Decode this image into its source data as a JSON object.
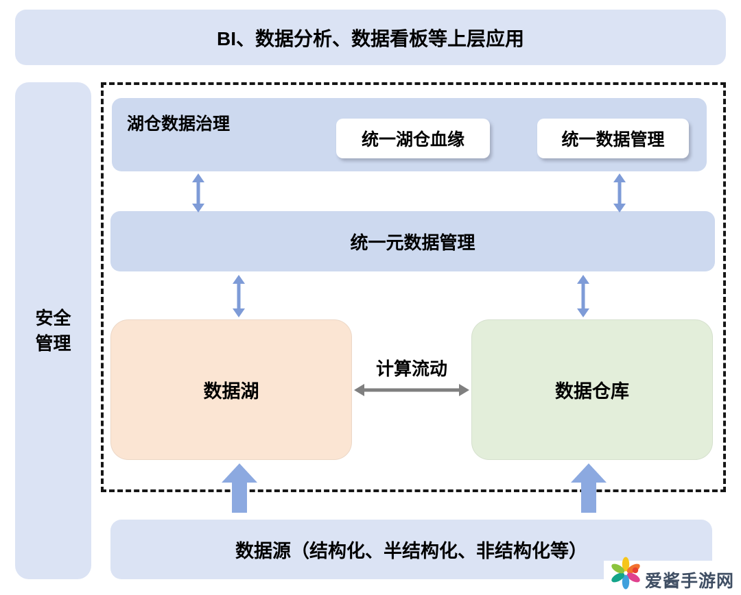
{
  "colors": {
    "panel_blue": "#dbe3f4",
    "inner_panel_blue": "#cdd9ef",
    "lake_peach": "#fbe5d3",
    "warehouse_green": "#e3eeda",
    "thin_arrow_blue": "#7e9bd7",
    "thick_arrow_blue": "#8ca9e0",
    "flow_arrow_gray": "#7f7f7f",
    "dashed_border": "#161616",
    "watermark_text_color": "#3f4e63"
  },
  "top_bar": {
    "label": "BI、数据分析、数据看板等上层应用"
  },
  "security_bar": {
    "line1": "安全",
    "line2": "管理"
  },
  "governance": {
    "title": "湖仓数据治理",
    "chips": [
      {
        "label": "统一湖仓血缘"
      },
      {
        "label": "统一数据管理"
      }
    ]
  },
  "metadata_bar": {
    "label": "统一元数据管理"
  },
  "lake": {
    "label": "数据湖"
  },
  "warehouse": {
    "label": "数据仓库"
  },
  "compute_flow": {
    "label": "计算流动"
  },
  "data_source": {
    "label": "数据源（结构化、半结构化、非结构化等）"
  },
  "watermark": {
    "label": "爱酱手游网"
  },
  "icons": {
    "vertical_double_arrow": "bidirectional-vertical-arrow",
    "horizontal_double_arrow": "bidirectional-horizontal-arrow",
    "thick_up_arrow": "up-arrow",
    "flower_logo": "six-petal-flower-logo"
  }
}
